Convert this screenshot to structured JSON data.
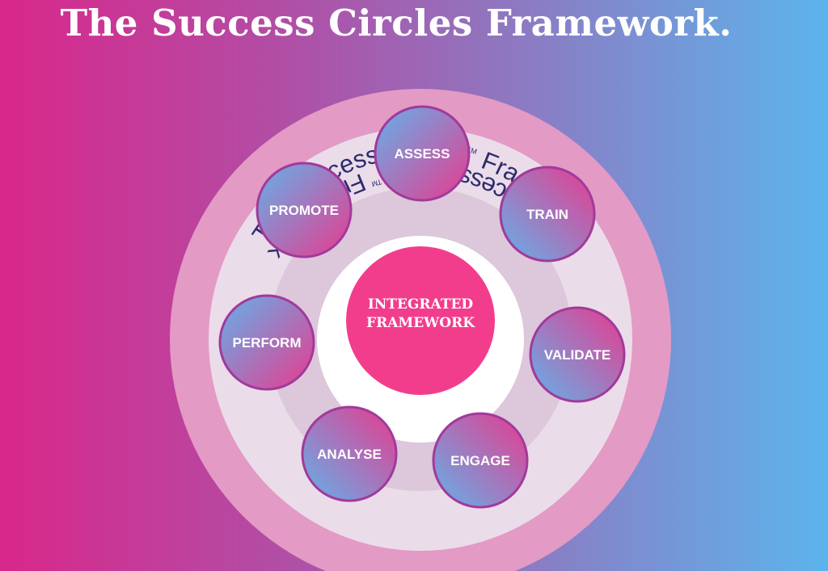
{
  "title": "The Success Circles Framework.",
  "ring_text_top": "The Success Circles",
  "ring_text_top_end": "Framework",
  "ring_text_bottom": "The Success Circles",
  "ring_text_bottom_end": "Framework",
  "trademark": "TM",
  "center": {
    "line1": "INTEGRATED",
    "line2": "FRAMEWORK",
    "color": "#f23d8c"
  },
  "stages": [
    {
      "label": "ASSESS"
    },
    {
      "label": "TRAIN"
    },
    {
      "label": "VALIDATE"
    },
    {
      "label": "ENGAGE"
    },
    {
      "label": "ANALYSE"
    },
    {
      "label": "PERFORM"
    },
    {
      "label": "PROMOTE"
    }
  ],
  "colors": {
    "pink": "#e83a8e",
    "blue": "#62b2ea",
    "navy": "#2d2c6e",
    "outer_ring": "#e39ac5",
    "inner_disc": "#ebdce9"
  }
}
